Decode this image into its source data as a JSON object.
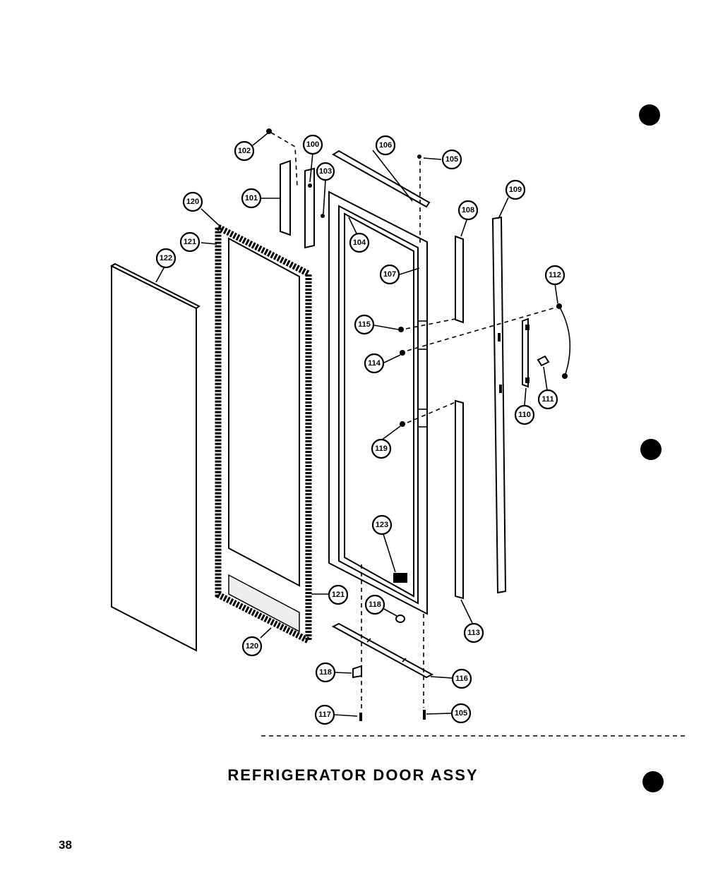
{
  "title": "REFRIGERATOR DOOR ASSY",
  "page_number": "38",
  "callouts": [
    {
      "id": "c102",
      "label": "102"
    },
    {
      "id": "c100",
      "label": "100"
    },
    {
      "id": "c106a",
      "label": "106"
    },
    {
      "id": "c105a",
      "label": "105"
    },
    {
      "id": "c103",
      "label": "103"
    },
    {
      "id": "c101",
      "label": "101"
    },
    {
      "id": "c120a",
      "label": "120"
    },
    {
      "id": "c104",
      "label": "104"
    },
    {
      "id": "c108a",
      "label": "108"
    },
    {
      "id": "c109",
      "label": "109"
    },
    {
      "id": "c121a",
      "label": "121"
    },
    {
      "id": "c122",
      "label": "122"
    },
    {
      "id": "c107",
      "label": "107"
    },
    {
      "id": "c112",
      "label": "112"
    },
    {
      "id": "c115",
      "label": "115"
    },
    {
      "id": "c114",
      "label": "114"
    },
    {
      "id": "c110",
      "label": "110"
    },
    {
      "id": "c111",
      "label": "111"
    },
    {
      "id": "c119",
      "label": "119"
    },
    {
      "id": "c123",
      "label": "123"
    },
    {
      "id": "c121b",
      "label": "121"
    },
    {
      "id": "c118a",
      "label": "118"
    },
    {
      "id": "c113",
      "label": "113"
    },
    {
      "id": "c120b",
      "label": "120"
    },
    {
      "id": "c118b",
      "label": "118"
    },
    {
      "id": "c116",
      "label": "116"
    },
    {
      "id": "c117",
      "label": "117"
    },
    {
      "id": "c105b",
      "label": "105"
    }
  ]
}
